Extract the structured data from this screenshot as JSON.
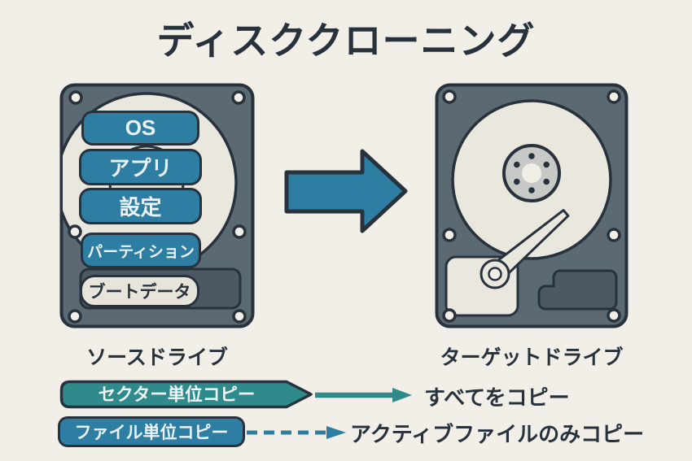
{
  "title": "ディスククローニング",
  "source_drive": {
    "label": "ソースドライブ",
    "layers": [
      {
        "label": "OS"
      },
      {
        "label": "アプリ"
      },
      {
        "label": "設定"
      },
      {
        "label": "パーティション"
      },
      {
        "label": "ブートデータ"
      }
    ]
  },
  "target_drive": {
    "label": "ターゲットドライブ"
  },
  "flow_arrow": {
    "direction": "left-to-right"
  },
  "legend": {
    "rows": [
      {
        "badge": "セクター単位コピー",
        "line_style": "solid",
        "description": "すべてをコピー"
      },
      {
        "badge": "ファイル単位コピー",
        "line_style": "dashed",
        "description": "アクティブファイルのみコピー"
      }
    ]
  },
  "colors": {
    "background": "#F2EFE8",
    "outline": "#27323C",
    "text_dark": "#27323C",
    "drive_body": "#5A6972",
    "drive_dark": "#4C5962",
    "platter": "#EAE7DF",
    "platter_hub": "#E0DDD5",
    "hub_gray": "#C7C9C6",
    "screw": "#F0EEE7",
    "accent_blue": "#2E7EA3",
    "accent_teal": "#2E8A8B",
    "light_pill": "#E7E4DC",
    "pill_text": "#EAF3F7"
  }
}
